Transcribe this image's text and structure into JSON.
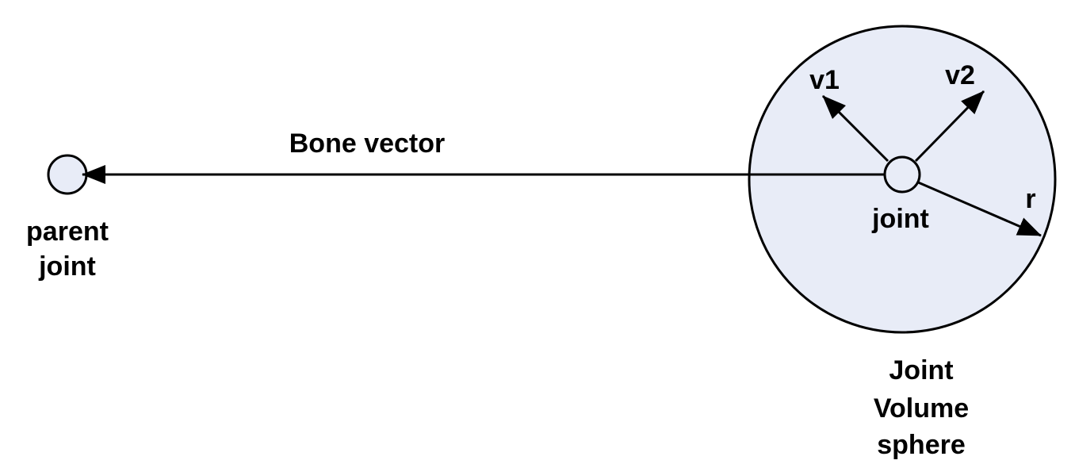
{
  "labels": {
    "bone_vector": "Bone vector",
    "parent_joint_line1": "parent",
    "parent_joint_line2": "joint",
    "joint": "joint",
    "v1": "v1",
    "v2": "v2",
    "r": "r",
    "sphere_line1": "Joint",
    "sphere_line2": "Volume",
    "sphere_line3": "sphere"
  },
  "colors": {
    "fill": "#e8ecf7",
    "stroke": "#000000",
    "background": "#ffffff"
  }
}
